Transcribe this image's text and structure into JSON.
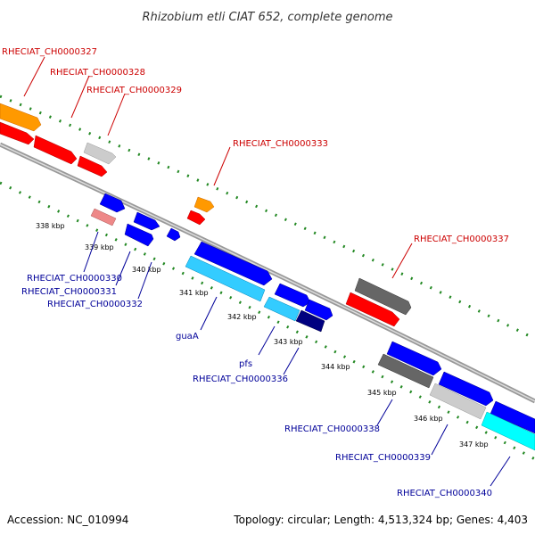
{
  "title": "Rhizobium etli CIAT 652, complete genome",
  "footer": {
    "accession": "Accession: NC_010994",
    "topology": "Topology: circular; Length: 4,513,324 bp; Genes: 4,403"
  },
  "tick_labels": [
    "338 kbp",
    "339 kbp",
    "340 kbp",
    "341 kbp",
    "342 kbp",
    "343 kbp",
    "344 kbp",
    "345 kbp",
    "346 kbp",
    "347 kbp"
  ],
  "top_labels": [
    "RHECIAT_CH0000327",
    "RHECIAT_CH0000328",
    "RHECIAT_CH0000329",
    "RHECIAT_CH0000333",
    "RHECIAT_CH0000337"
  ],
  "bottom_labels": [
    "RHECIAT_CH0000330",
    "RHECIAT_CH0000331",
    "RHECIAT_CH0000332",
    "guaA",
    "pfs",
    "RHECIAT_CH0000336",
    "RHECIAT_CH0000338",
    "RHECIAT_CH0000339",
    "RHECIAT_CH0000340"
  ],
  "colors": {
    "forward_orange": "#ff9900",
    "forward_red": "#ff0000",
    "forward_gray": "#cccccc",
    "forward_dark_gray": "#666666",
    "reverse_blue": "#0000ff",
    "reverse_pink": "#ee8888",
    "reverse_cyan": "#33ccff",
    "reverse_navy": "#000080",
    "reverse_bright_cyan": "#00ffff",
    "backbone": "#999999",
    "tick_green": "#228822"
  }
}
